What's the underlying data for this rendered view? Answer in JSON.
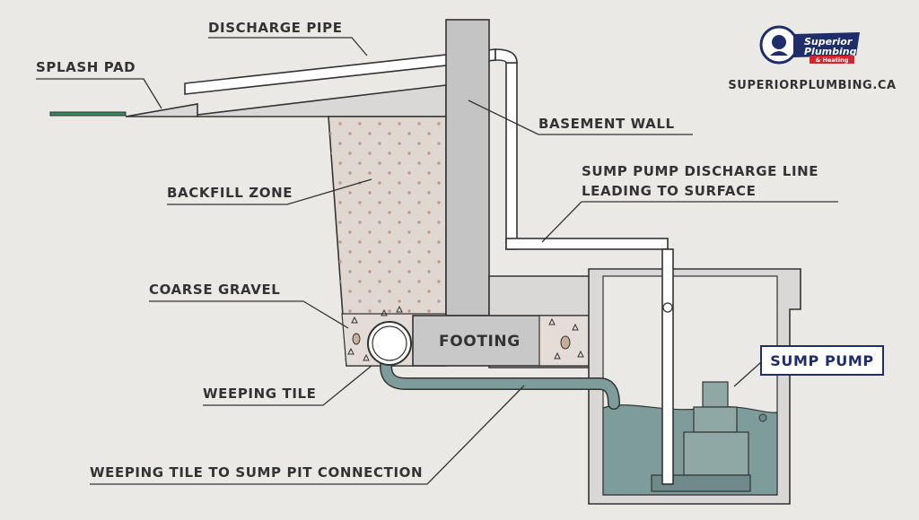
{
  "labels": {
    "splash_pad": "SPLASH PAD",
    "discharge_pipe": "DISCHARGE PIPE",
    "basement_wall": "BASEMENT WALL",
    "discharge_line_1": "SUMP PUMP DISCHARGE LINE",
    "discharge_line_2": "LEADING TO SURFACE",
    "backfill_zone": "BACKFILL ZONE",
    "coarse_gravel": "COARSE GRAVEL",
    "footing": "FOOTING",
    "sump_pump": "SUMP PUMP",
    "weeping_tile": "WEEPING TILE",
    "connection": "WEEPING TILE TO SUMP PIT CONNECTION"
  },
  "brand": {
    "name_1": "Superior",
    "name_2": "Plumbing",
    "tagline": "& Heating",
    "website": "SUPERIORPLUMBING.CA"
  },
  "colors": {
    "background": "#ebe9e6",
    "concrete": "#d9d8d6",
    "wall": "#c4c4c4",
    "backfill": "#e1d7d1",
    "water": "#7e9c9a",
    "splash_pad": "#2f8b5a",
    "brand_navy": "#1f2d6b",
    "brand_red": "#d0282e"
  },
  "icons": {
    "logo": "plumber-logo-icon"
  }
}
